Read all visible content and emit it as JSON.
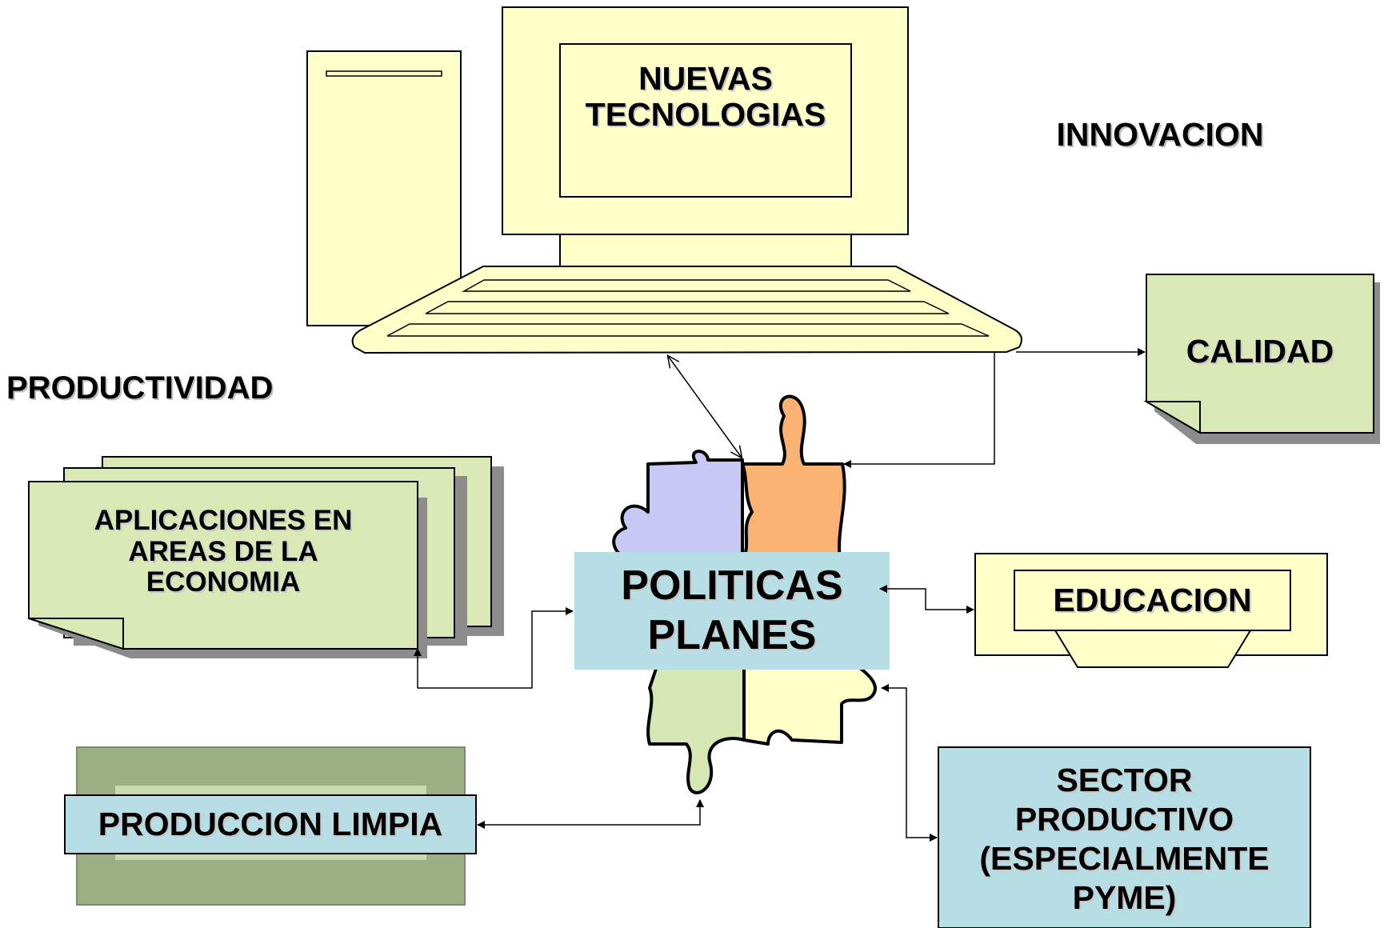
{
  "nodes": {
    "nuevas_tecnologias": {
      "line1": "NUEVAS",
      "line2": "TECNOLOGIAS"
    },
    "innovacion": "INNOVACION",
    "productividad": "PRODUCTIVIDAD",
    "calidad": "CALIDAD",
    "aplicaciones": {
      "line1": "APLICACIONES EN",
      "line2": "AREAS DE LA",
      "line3": "ECONOMIA"
    },
    "politicas": {
      "line1": "POLITICAS",
      "line2": "PLANES"
    },
    "educacion": "EDUCACION",
    "produccion_limpia": "PRODUCCION LIMPIA",
    "sector": {
      "line1": "SECTOR",
      "line2": "PRODUCTIVO",
      "line3": "(ESPECIALMENTE",
      "line4": "PYME)"
    }
  },
  "colors": {
    "light_yellow": "#FFFFC8",
    "light_green": "#D9E8B4",
    "light_blue": "#B7DEE4",
    "olive_frame": "#9CAF84",
    "puzzle_orange": "#F9B272",
    "puzzle_lavender": "#C8C8F5",
    "puzzle_green": "#D5E8B4",
    "shadow": "#8C8C8C"
  }
}
